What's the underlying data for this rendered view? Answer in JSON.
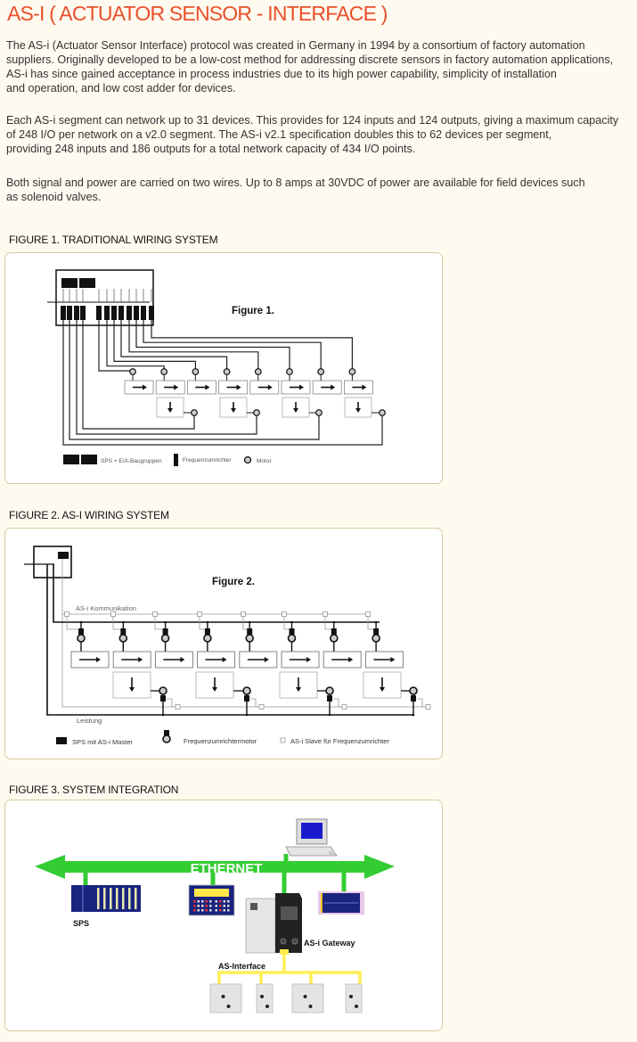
{
  "title": "AS-I ( ACTUATOR SENSOR - INTERFACE )",
  "paragraphs": [
    [
      "The AS-i (Actuator Sensor Interface) protocol was created in Germany in 1994 by a consortium of factory automation",
      "suppliers. Originally developed to be a low-cost method for addressing discrete sensors in factory automation applications,",
      "AS-i has since gained acceptance in process industries due to its high power capability, simplicity of installation",
      "and operation, and low cost adder for devices."
    ],
    [
      "Each AS-i segment can network up to 31 devices. This provides for 124 inputs and 124 outputs, giving a maximum capacity",
      "of 248 I/O per network on a v2.0 segment. The AS-i v2.1 specification doubles this to 62 devices per segment,",
      "providing 248 inputs and 186 outputs for a total network capacity of 434 I/O points."
    ],
    [
      "Both signal and power are carried on two wires. Up to 8 amps at 30VDC of power are available for field devices such",
      "as solenoid valves."
    ]
  ],
  "figures": [
    {
      "caption": "FIGURE 1. TRADITIONAL WIRING SYSTEM",
      "label": "Figure 1.",
      "legend": [
        "SPS + E/A-Baugruppen",
        "Frequenzumrichter",
        "Motor"
      ]
    },
    {
      "caption": "FIGURE 2. AS-I WIRING SYSTEM",
      "label": "Figure 2.",
      "bus_label": "AS-i Kommunikation",
      "power_label": "Leistung",
      "legend": [
        "SPS mit AS-i Master",
        "Frequenzumrichtermotor",
        "AS-i Slave für Frequenzumrichter"
      ]
    },
    {
      "caption": "FIGURE 3. SYSTEM INTEGRATION",
      "network_label": "ETHERNET",
      "labels": [
        "SPS",
        "AS-i Gateway",
        "AS-Interface"
      ]
    }
  ],
  "colors": {
    "title": "#e8502a",
    "ethernet": "#33cc33",
    "asi_bus": "#ffee55",
    "border": "#d9c9a0"
  }
}
